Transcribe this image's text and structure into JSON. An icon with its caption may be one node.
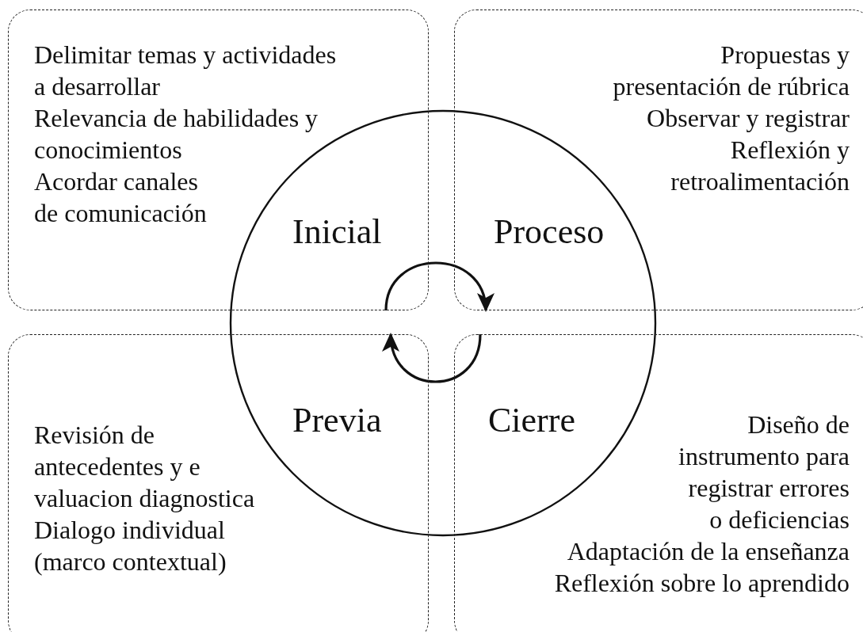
{
  "diagram": {
    "nodes": [
      {
        "text": [
          "Inicial",
          "Delimitar temas y actividades a desarrollar",
          "Relevancia de habilidades y conocimientos",
          "Acordar canales de comunicación"
        ]
      },
      {
        "text": [
          "Proceso",
          "Propuestas y presentación de rúbrica",
          "Observar y registrar",
          "Reflexión y retroalimentación"
        ]
      },
      {
        "text": [
          "Previa",
          "Revisión de antecedentes y e valuacion diagnostica",
          "Dialogo individual (marco contextual)"
        ]
      },
      {
        "text": [
          "Cierre",
          "Diseño de instrumento para registrar errores o deficiencias",
          "Adaptación de la enseñanza",
          "Reflexión sobre lo aprendido"
        ]
      }
    ],
    "edges": [
      {
        "from": 0,
        "to": 1,
        "arrow": "to"
      },
      {
        "from": 3,
        "to": 2,
        "arrow": "to"
      }
    ]
  }
}
